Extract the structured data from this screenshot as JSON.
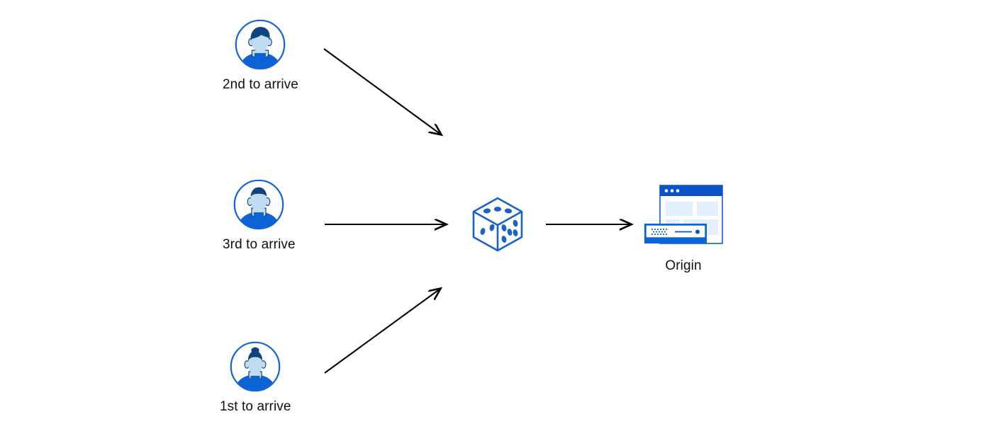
{
  "diagram": {
    "title": "Load balancing request arrival diagram",
    "background_color": "#ffffff",
    "arrow_color": "#000000",
    "label_color": "#111111",
    "palette": {
      "brand_blue": "#0b63d6",
      "deep_blue": "#0d4ea6",
      "navy": "#10447f",
      "light_blue": "#bfdcf3",
      "pale_blue": "#e3f0fb",
      "outline_blue": "#1565d8",
      "dice_blue": "#1a63c4"
    },
    "nodes": [
      {
        "id": "client-second",
        "icon": "user-avatar-icon",
        "label": "2nd to arrive"
      },
      {
        "id": "client-third",
        "icon": "user-avatar-icon",
        "label": "3rd to arrive"
      },
      {
        "id": "client-first",
        "icon": "user-avatar-icon",
        "label": "1st to arrive"
      },
      {
        "id": "randomizer",
        "icon": "dice-icon",
        "label": ""
      },
      {
        "id": "origin-server",
        "icon": "origin-server-icon",
        "label": "Origin"
      }
    ],
    "connections": [
      {
        "id": "second-to-dice",
        "from": "client-second",
        "to": "randomizer",
        "style": "straight-arrow"
      },
      {
        "id": "third-to-dice",
        "from": "client-third",
        "to": "randomizer",
        "style": "straight-arrow"
      },
      {
        "id": "first-to-dice",
        "from": "client-first",
        "to": "randomizer",
        "style": "straight-arrow"
      },
      {
        "id": "dice-to-origin",
        "from": "randomizer",
        "to": "origin-server",
        "style": "straight-arrow"
      }
    ],
    "dice": {
      "top_face_pips": 3,
      "left_face_pips": 2,
      "right_face_pips": 5
    },
    "origin_icon": {
      "browser_window_dots": 3,
      "content_blocks": 4,
      "device": "rack-server"
    }
  }
}
